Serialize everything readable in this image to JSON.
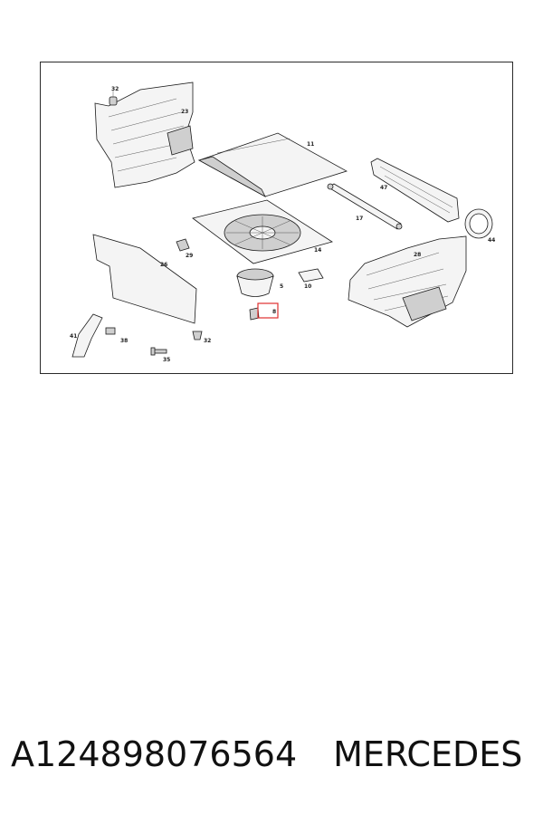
{
  "diagram": {
    "callouts": [
      "32",
      "23",
      "11",
      "47",
      "17",
      "44",
      "14",
      "29",
      "26",
      "28",
      "5",
      "10",
      "8",
      "41",
      "38",
      "32",
      "35"
    ],
    "highlight_color": "#e03030"
  },
  "footer": {
    "part_number": "A124898076564",
    "brand": "MERCEDES"
  }
}
